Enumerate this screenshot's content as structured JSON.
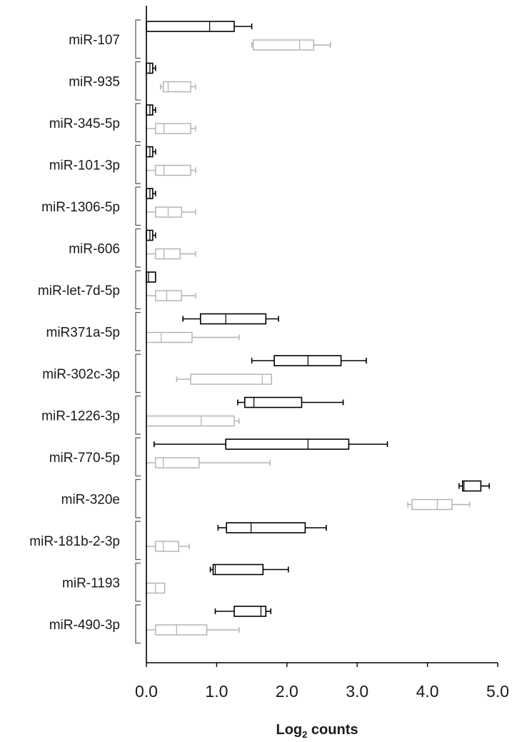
{
  "chart_data": {
    "type": "boxplot",
    "orientation": "horizontal",
    "xlabel": {
      "main": "Log",
      "subscript": "2",
      "rest": " counts"
    },
    "xlim": [
      0,
      5
    ],
    "xticks": [
      0,
      1,
      2,
      3,
      4,
      5
    ],
    "xtick_labels": [
      "0.0",
      "1.0",
      "2.0",
      "3.0",
      "4.0",
      "5.0"
    ],
    "grid": false,
    "legend": "none",
    "series": [
      {
        "color": "#000000"
      },
      {
        "color": "#b0b0b0"
      }
    ],
    "categories": [
      "miR-107",
      "miR-935",
      "miR-345-5p",
      "miR-101-3p",
      "miR-1306-5p",
      "miR-606",
      "miR-let-7d-5p",
      "miR371a-5p",
      "miR-302c-3p",
      "miR-1226-3p",
      "miR-770-5p",
      "miR-320e",
      "miR-181b-2-3p",
      "miR-1193",
      "miR-490-3p"
    ],
    "boxes": [
      [
        {
          "min": 0.0,
          "q1": 0.0,
          "median": 0.9,
          "q3": 1.25,
          "max": 1.5
        },
        {
          "min": 1.5,
          "q1": 1.52,
          "median": 2.18,
          "q3": 2.38,
          "max": 2.62
        }
      ],
      [
        {
          "min": 0.0,
          "q1": 0.0,
          "median": 0.05,
          "q3": 0.09,
          "max": 0.13
        },
        {
          "min": 0.2,
          "q1": 0.24,
          "median": 0.31,
          "q3": 0.63,
          "max": 0.7
        }
      ],
      [
        {
          "min": 0.0,
          "q1": 0.0,
          "median": 0.05,
          "q3": 0.09,
          "max": 0.13
        },
        {
          "min": 0.0,
          "q1": 0.13,
          "median": 0.25,
          "q3": 0.63,
          "max": 0.7
        }
      ],
      [
        {
          "min": 0.0,
          "q1": 0.0,
          "median": 0.05,
          "q3": 0.09,
          "max": 0.13
        },
        {
          "min": 0.0,
          "q1": 0.13,
          "median": 0.25,
          "q3": 0.63,
          "max": 0.7
        }
      ],
      [
        {
          "min": 0.0,
          "q1": 0.0,
          "median": 0.05,
          "q3": 0.09,
          "max": 0.13
        },
        {
          "min": 0.0,
          "q1": 0.13,
          "median": 0.31,
          "q3": 0.5,
          "max": 0.7
        }
      ],
      [
        {
          "min": 0.0,
          "q1": 0.0,
          "median": 0.05,
          "q3": 0.09,
          "max": 0.13
        },
        {
          "min": 0.0,
          "q1": 0.13,
          "median": 0.25,
          "q3": 0.48,
          "max": 0.7
        }
      ],
      [
        {
          "min": 0.0,
          "q1": 0.0,
          "median": 0.03,
          "q3": 0.13,
          "max": 0.13
        },
        {
          "min": 0.0,
          "q1": 0.13,
          "median": 0.29,
          "q3": 0.5,
          "max": 0.7
        }
      ],
      [
        {
          "min": 0.52,
          "q1": 0.77,
          "median": 1.13,
          "q3": 1.7,
          "max": 1.88
        },
        {
          "min": 0.0,
          "q1": 0.0,
          "median": 0.21,
          "q3": 0.65,
          "max": 1.32
        }
      ],
      [
        {
          "min": 1.5,
          "q1": 1.82,
          "median": 2.3,
          "q3": 2.77,
          "max": 3.13
        },
        {
          "min": 0.43,
          "q1": 0.63,
          "median": 1.65,
          "q3": 1.78,
          "max": 1.78
        }
      ],
      [
        {
          "min": 1.3,
          "q1": 1.4,
          "median": 1.53,
          "q3": 2.21,
          "max": 2.8
        },
        {
          "min": 0.0,
          "q1": 0.0,
          "median": 0.78,
          "q3": 1.25,
          "max": 1.32
        }
      ],
      [
        {
          "min": 0.11,
          "q1": 1.13,
          "median": 2.3,
          "q3": 2.88,
          "max": 3.43
        },
        {
          "min": 0.0,
          "q1": 0.13,
          "median": 0.24,
          "q3": 0.75,
          "max": 1.76
        }
      ],
      [
        {
          "min": 4.45,
          "q1": 4.5,
          "median": 4.52,
          "q3": 4.76,
          "max": 4.88
        },
        {
          "min": 3.72,
          "q1": 3.78,
          "median": 4.14,
          "q3": 4.35,
          "max": 4.6
        }
      ],
      [
        {
          "min": 1.02,
          "q1": 1.14,
          "median": 1.49,
          "q3": 2.26,
          "max": 2.56
        },
        {
          "min": 0.0,
          "q1": 0.13,
          "median": 0.24,
          "q3": 0.46,
          "max": 0.61
        }
      ],
      [
        {
          "min": 0.91,
          "q1": 0.95,
          "median": 0.98,
          "q3": 1.66,
          "max": 2.02
        },
        {
          "min": 0.0,
          "q1": 0.0,
          "median": 0.13,
          "q3": 0.26,
          "max": 0.26
        }
      ],
      [
        {
          "min": 0.98,
          "q1": 1.25,
          "median": 1.63,
          "q3": 1.7,
          "max": 1.77
        },
        {
          "min": 0.0,
          "q1": 0.13,
          "median": 0.43,
          "q3": 0.86,
          "max": 1.32
        }
      ]
    ]
  }
}
